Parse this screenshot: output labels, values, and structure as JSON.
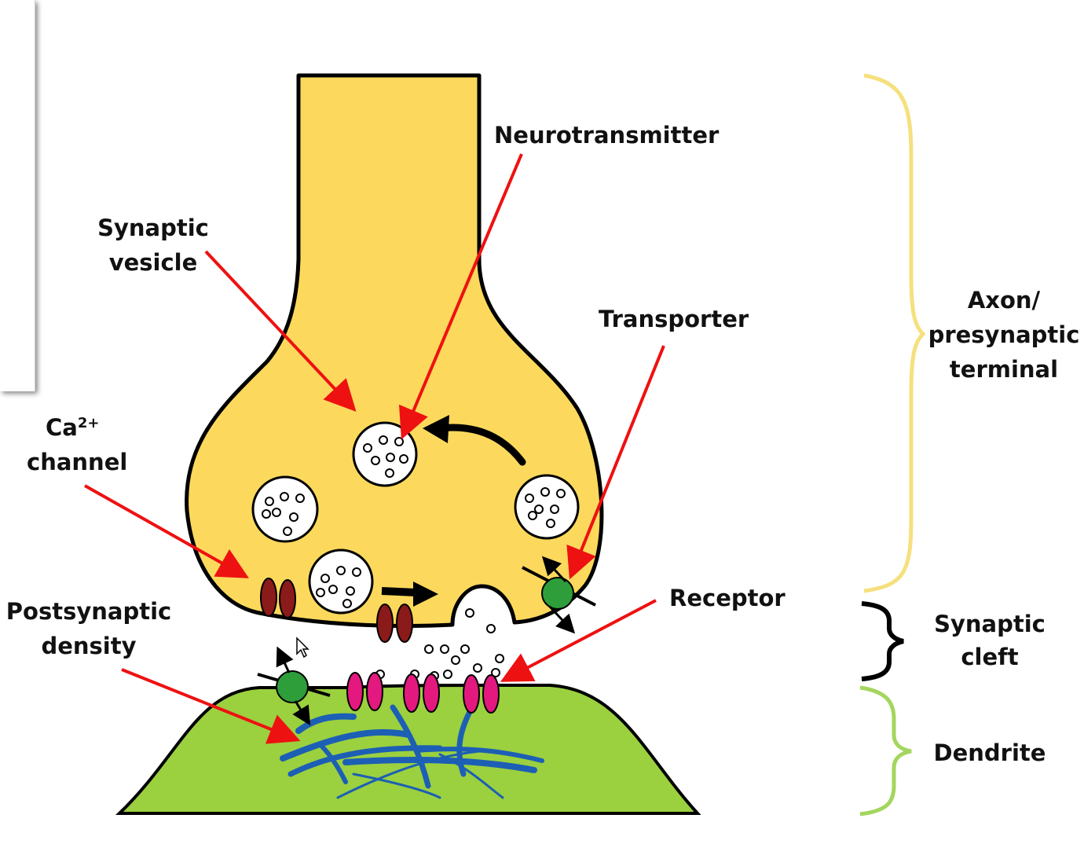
{
  "labels": {
    "neurotransmitter": "Neurotransmitter",
    "synaptic_vesicle_1": "Synaptic",
    "synaptic_vesicle_2": "vesicle",
    "transporter": "Transporter",
    "ca_channel_1": "Ca",
    "ca_channel_sup": "2+",
    "ca_channel_2": "channel",
    "postsynaptic_density_1": "Postsynaptic",
    "postsynaptic_density_2": "density",
    "receptor": "Receptor",
    "axon_1": "Axon/",
    "axon_2": "presynaptic",
    "axon_3": "terminal",
    "cleft_1": "Synaptic",
    "cleft_2": "cleft",
    "dendrite": "Dendrite"
  },
  "colors": {
    "axon_fill": "#fcd95c",
    "dendrite_fill": "#9bd03f",
    "ca_channel": "#8b1a1a",
    "receptor": "#e4197f",
    "transporter": "#2e9e3a",
    "density_fibers": "#1c5fb4",
    "pointer_arrow": "#ee1111",
    "brace_axon": "#f5e07e",
    "brace_cleft": "#000000",
    "brace_dendrite": "#a4d65e"
  }
}
